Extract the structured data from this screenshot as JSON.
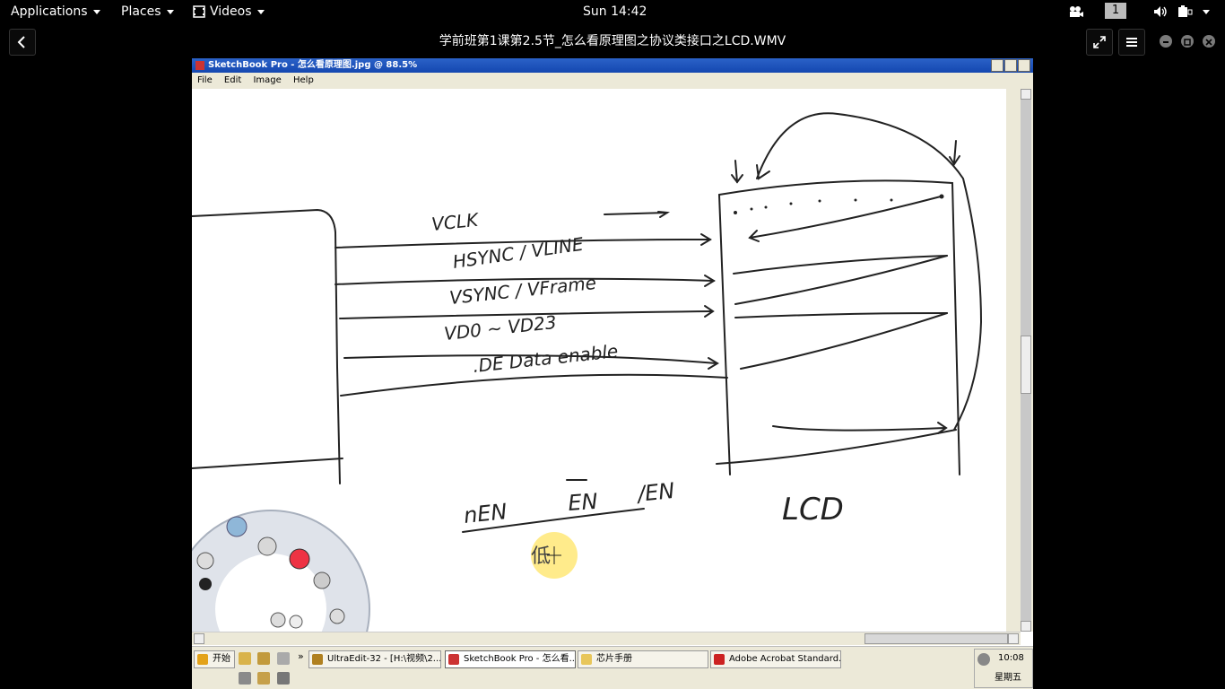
{
  "gnome": {
    "applications": "Applications",
    "places": "Places",
    "videos": "Videos",
    "clock": "Sun 14:42",
    "workspace": "1"
  },
  "player": {
    "title": "学前班第1课第2.5节_怎么看原理图之协议类接口之LCD.WMV"
  },
  "sketchbook": {
    "window_title": "SketchBook Pro - 怎么看原理图.jpg @ 88.5%",
    "menu": [
      "File",
      "Edit",
      "Image",
      "Help"
    ]
  },
  "drawing": {
    "signals": [
      "VCLK",
      "HSYNC / VLINE",
      "VSYNC / VFrame",
      "VD0 ~ VD23",
      ".DE  Data  enable"
    ],
    "enable_variants": [
      "nEN",
      "EN",
      "/EN"
    ],
    "annotation": "低",
    "lcd_label": "LCD"
  },
  "taskbar": {
    "start": "开始",
    "tasks": [
      "UltraEdit-32 - [H:\\视频\\2...",
      "SketchBook Pro - 怎么看...",
      "芯片手册",
      "Adobe Acrobat Standard..."
    ],
    "time": "10:08",
    "day": "星期五"
  },
  "colors": {
    "xp_title": "#1447b0",
    "xp_face": "#ece9d8",
    "cursor_highlight": "#ffe877"
  }
}
